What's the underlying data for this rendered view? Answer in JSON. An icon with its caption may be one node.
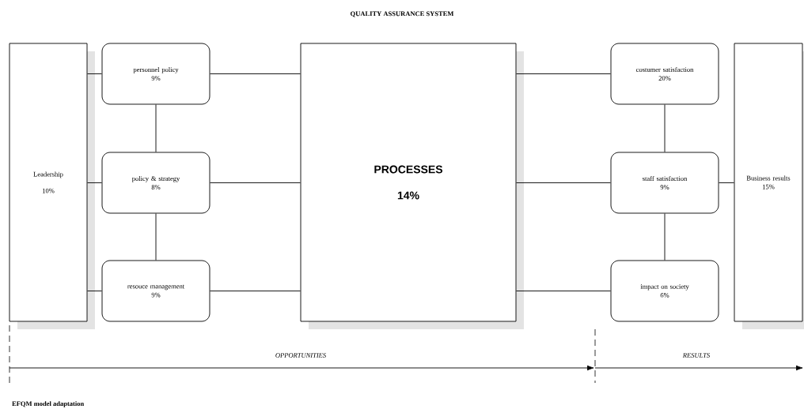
{
  "diagram": {
    "title": "QUALITY ASSURANCE SYSTEM",
    "caption": "EFQM model adaptation",
    "nodes": [
      {
        "text": [
          "Leadership",
          "10%"
        ]
      },
      {
        "text": [
          "personnel policy",
          "9%"
        ]
      },
      {
        "text": [
          "policy & strategy",
          "8%"
        ]
      },
      {
        "text": [
          "resouce management",
          "9%"
        ]
      },
      {
        "text": [
          "PROCESSES",
          "14%"
        ]
      },
      {
        "text": [
          "costumer satisfaction",
          "20%"
        ]
      },
      {
        "text": [
          "staff satisfaction",
          "9%"
        ]
      },
      {
        "text": [
          "impact on society",
          "6%"
        ]
      },
      {
        "text": [
          "Business results",
          "15%"
        ]
      }
    ],
    "edges": [
      {
        "from": 0,
        "to": 1,
        "arrow": "none"
      },
      {
        "from": 0,
        "to": 2,
        "arrow": "none"
      },
      {
        "from": 0,
        "to": 3,
        "arrow": "none"
      },
      {
        "from": 1,
        "to": 2,
        "arrow": "none"
      },
      {
        "from": 2,
        "to": 3,
        "arrow": "none"
      },
      {
        "from": 1,
        "to": 4,
        "arrow": "none"
      },
      {
        "from": 2,
        "to": 4,
        "arrow": "none"
      },
      {
        "from": 3,
        "to": 4,
        "arrow": "none"
      },
      {
        "from": 4,
        "to": 5,
        "arrow": "none"
      },
      {
        "from": 4,
        "to": 6,
        "arrow": "none"
      },
      {
        "from": 4,
        "to": 7,
        "arrow": "none"
      },
      {
        "from": 5,
        "to": 6,
        "arrow": "none"
      },
      {
        "from": 6,
        "to": 7,
        "arrow": "none"
      },
      {
        "from": 6,
        "to": 8,
        "arrow": "none"
      }
    ],
    "labels": [
      "OPPORTUNITIES",
      "RESULTS"
    ]
  }
}
